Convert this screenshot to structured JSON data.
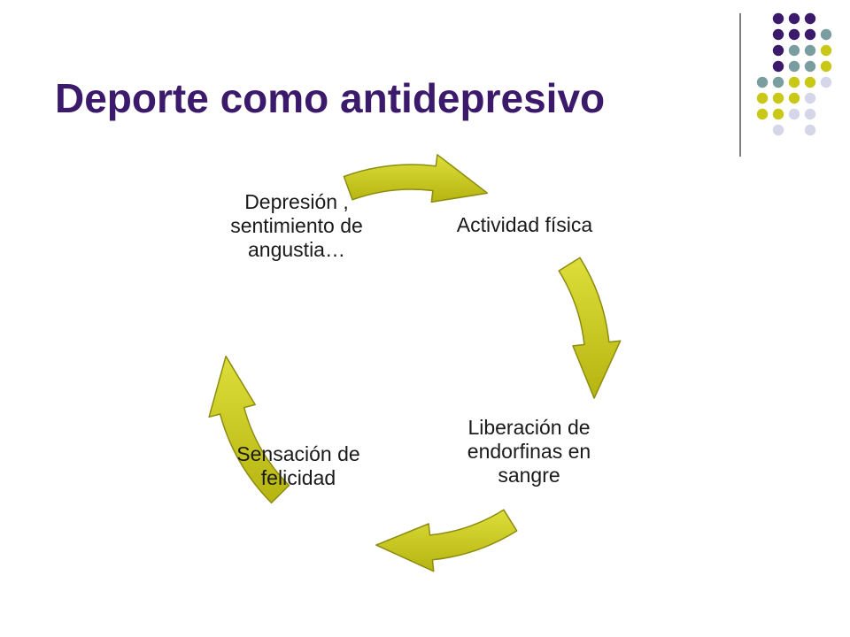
{
  "slide": {
    "title": "Deporte como antidepresivo"
  },
  "colors": {
    "title": "#3b1a6b",
    "arrow_fill": "#c9c817",
    "arrow_stroke": "#8c8c10",
    "dot_purple": "#3b1a6b",
    "dot_teal": "#7a9ea0",
    "dot_yellow": "#c9c817",
    "dot_lavender": "#d6d6ea"
  },
  "cycle": {
    "nodes": [
      {
        "label": "Actividad física"
      },
      {
        "label": "Liberación de endorfinas en sangre"
      },
      {
        "label": "Sensación de felicidad"
      },
      {
        "label": "Depresión , sentimiento de angustia…"
      }
    ],
    "arrow_icon": "curved-arrow-icon"
  },
  "decoration": {
    "dot_grid_icon": "dot-grid-icon"
  }
}
